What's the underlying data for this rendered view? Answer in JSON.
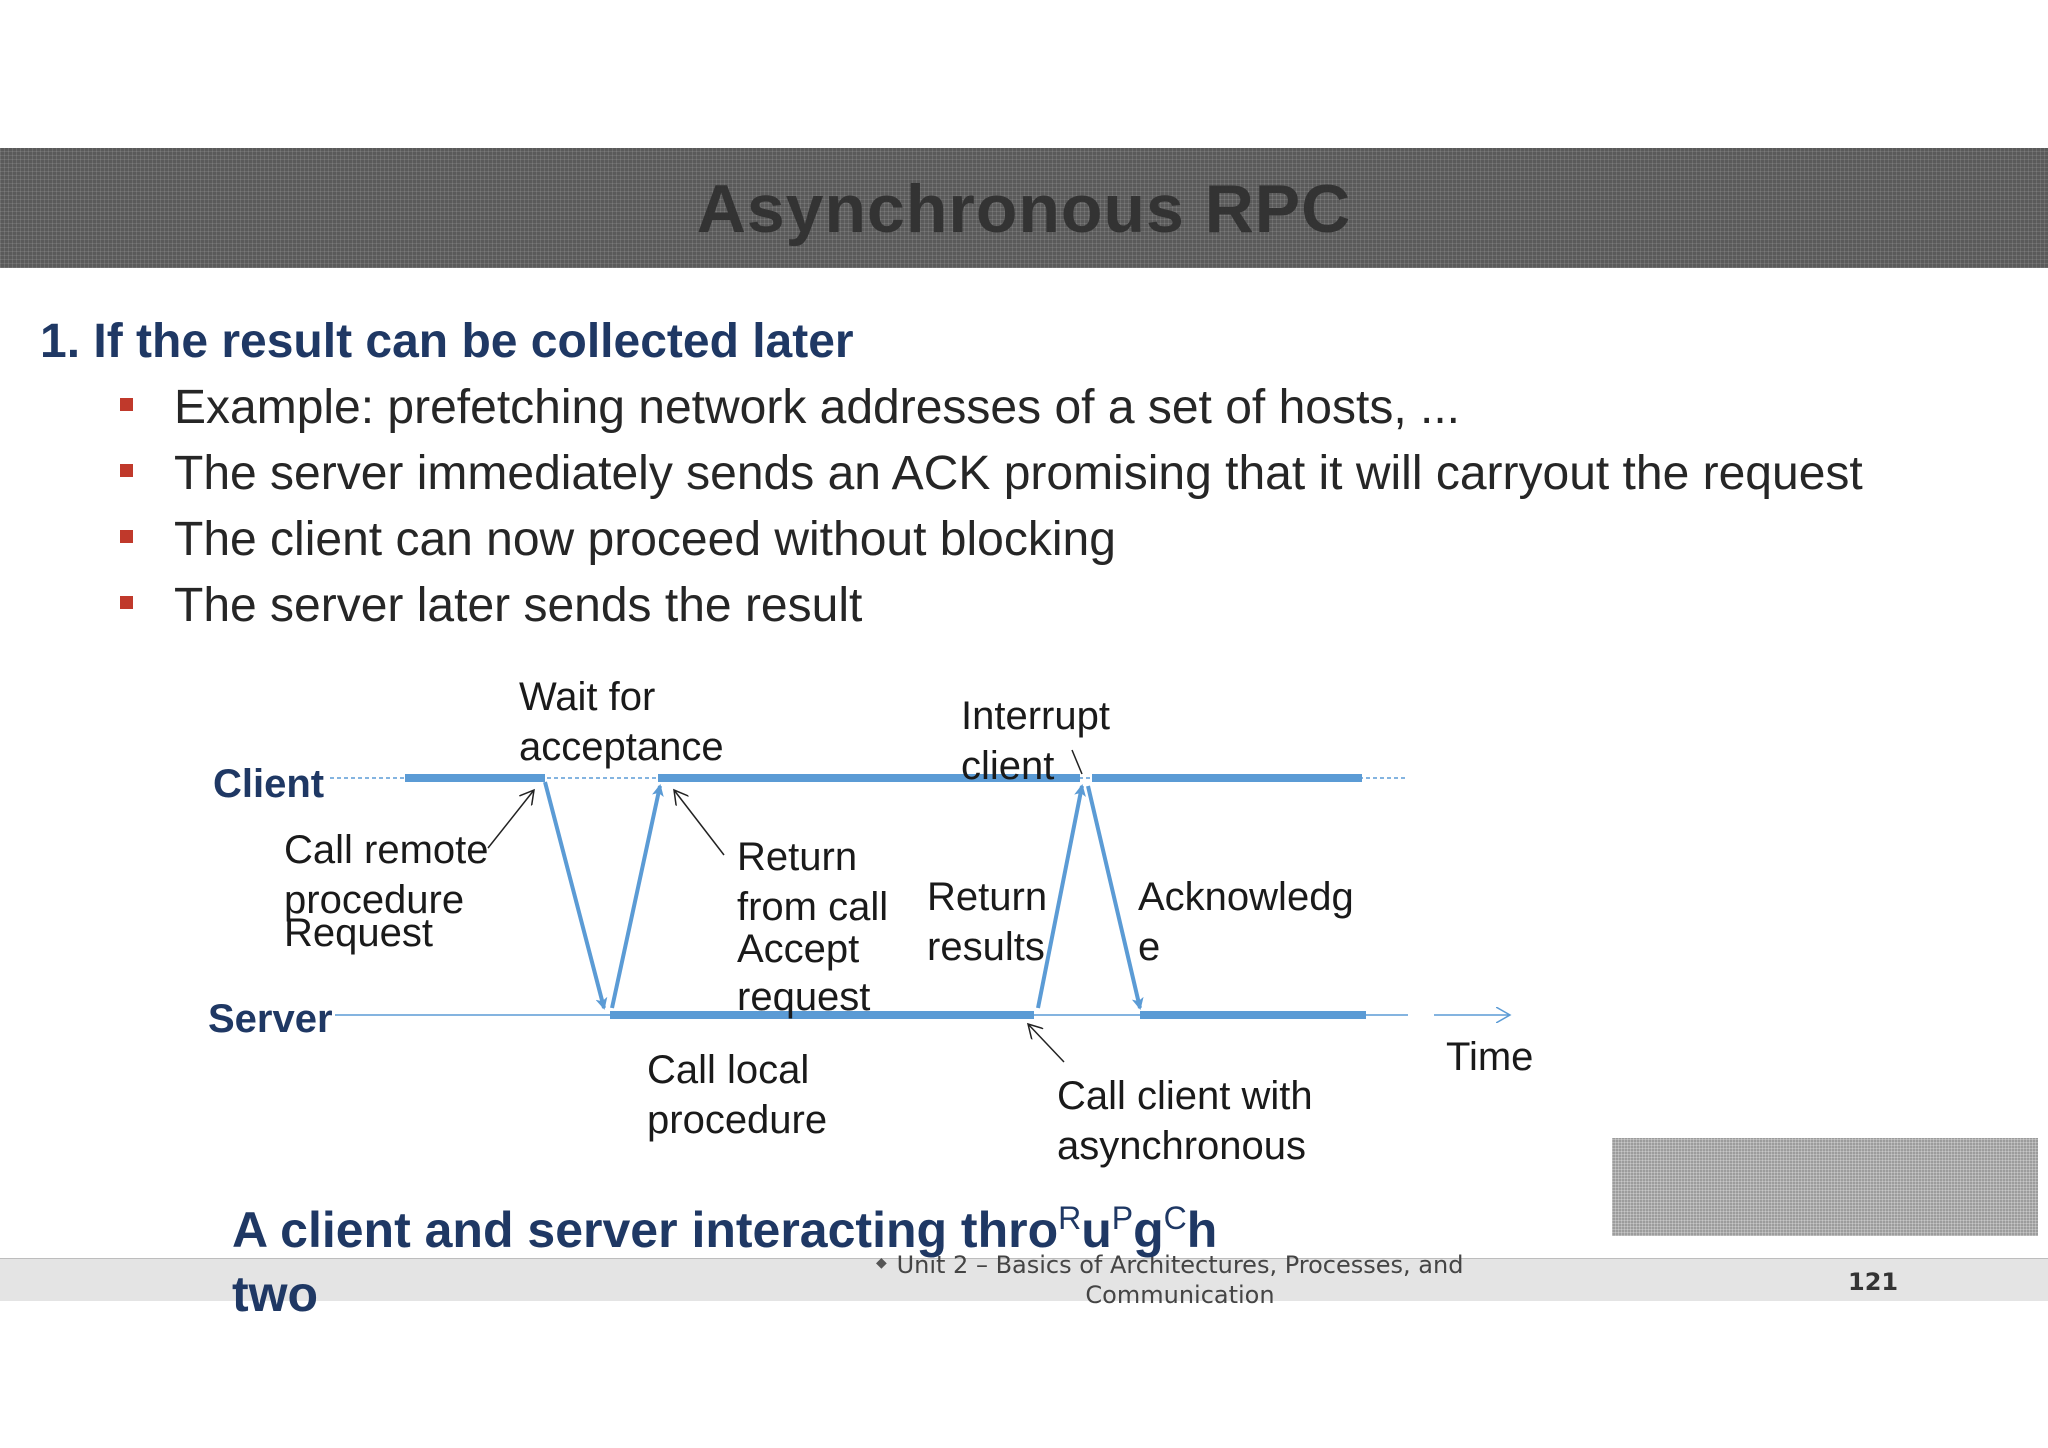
{
  "slide": {
    "title": "Asynchronous RPC",
    "heading": "1. If the result can be collected later",
    "bullets": [
      "Example: prefetching network addresses of a set of hosts, ...",
      "The server immediately sends an ACK promising that it will carryout the request",
      "The client can now proceed without blocking",
      "The server later sends the result"
    ],
    "bullet_color": "#c0392b",
    "heading_color": "#1f3864"
  },
  "diagram": {
    "actors": {
      "client": "Client",
      "server": "Server"
    },
    "line_color": "#5b9bd5",
    "labels": {
      "wait_1": "Wait for",
      "wait_2": "acceptance",
      "interrupt_1": "Interrupt",
      "interrupt_2": "client",
      "call_remote_1": "Call remote",
      "call_remote_2": "procedure",
      "request": "Request",
      "return_call_1": "Return",
      "return_call_2": "from call",
      "accept_1": "Accept",
      "accept_2": "request",
      "return_results_1": "Return",
      "return_results_2": "results",
      "acknowledge_1": "Acknowledg",
      "acknowledge_2": "e",
      "call_local_1": "Call local",
      "call_local_2": "procedure",
      "call_client_1": "Call client with",
      "call_client_2": "asynchronous",
      "time": "Time"
    }
  },
  "caption": {
    "part1": "A client and server interacting thro",
    "sup1": "R",
    "part2": "u",
    "sup2": "P",
    "part3": "g",
    "sup3": "C",
    "part4": "h",
    "line2": "two"
  },
  "footer": {
    "text_line1": "Unit 2 – Basics of Architectures, Processes, and",
    "text_line2": "Communication",
    "page_number": "121"
  }
}
